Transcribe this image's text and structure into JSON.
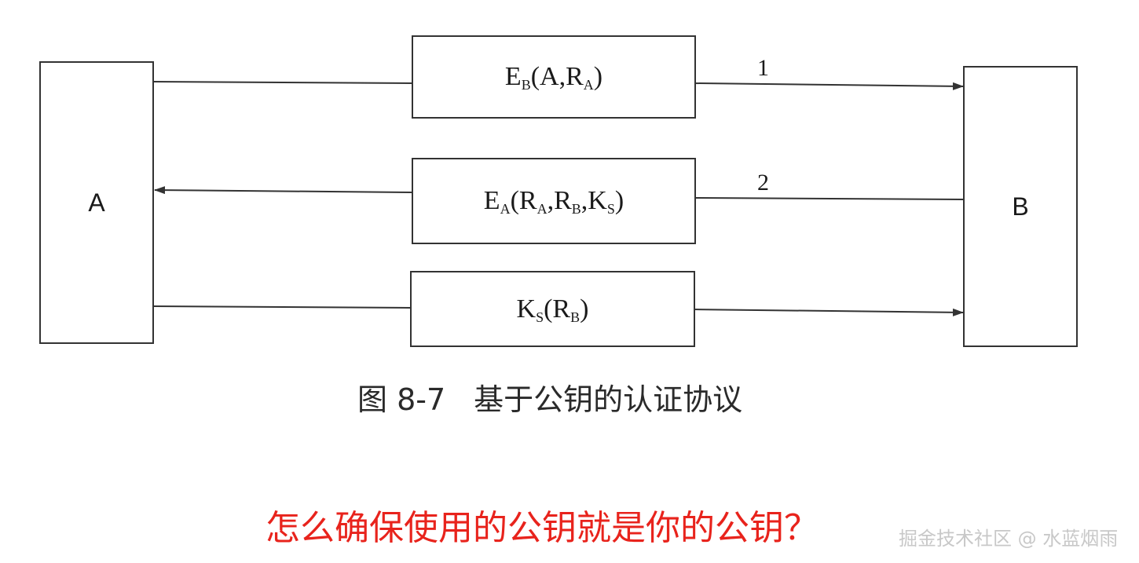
{
  "diagram": {
    "party_a": "A",
    "party_b": "B",
    "messages": [
      {
        "number": "1",
        "parts": [
          {
            "t": "E"
          },
          {
            "sub": "B"
          },
          {
            "t": "(A,R"
          },
          {
            "sub": "A"
          },
          {
            "t": ")"
          }
        ]
      },
      {
        "number": "2",
        "parts": [
          {
            "t": "E"
          },
          {
            "sub": "A"
          },
          {
            "t": "(R"
          },
          {
            "sub": "A"
          },
          {
            "t": ",R"
          },
          {
            "sub": "B"
          },
          {
            "t": ",K"
          },
          {
            "sub": "S"
          },
          {
            "t": ")"
          }
        ]
      },
      {
        "number": "",
        "parts": [
          {
            "t": "K"
          },
          {
            "sub": "S"
          },
          {
            "t": "(R"
          },
          {
            "sub": "B"
          },
          {
            "t": ")"
          }
        ]
      }
    ]
  },
  "caption": {
    "figure_number": "图 8-7",
    "title": "基于公钥的认证协议"
  },
  "question": "怎么确保使用的公钥就是你的公钥？",
  "watermark": "掘金技术社区 @ 水蓝烟雨",
  "colors": {
    "line": "#333333",
    "question_text": "#e8231c",
    "watermark_text": "#c8c8c8"
  }
}
